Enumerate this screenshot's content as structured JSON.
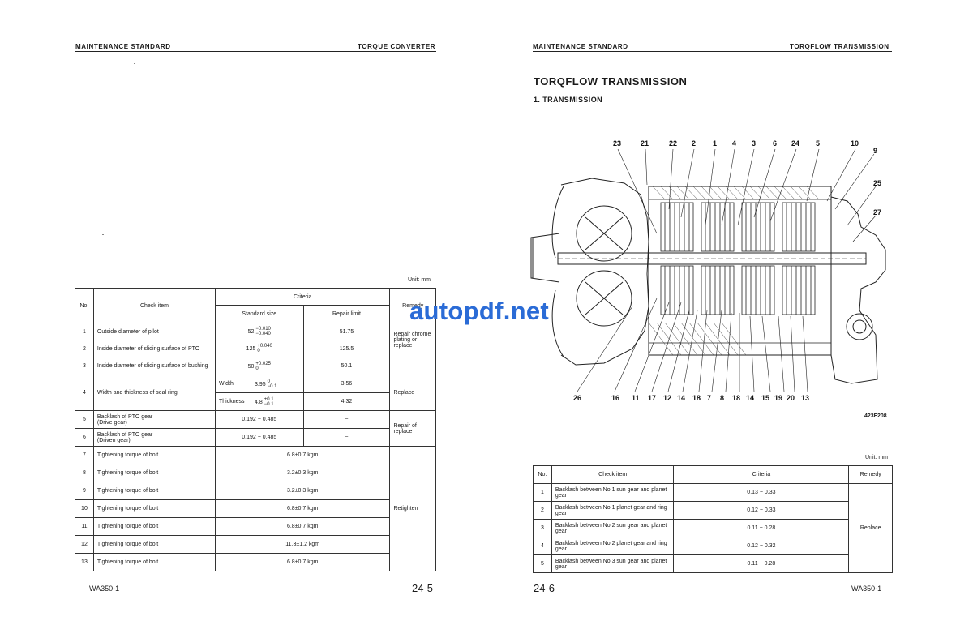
{
  "left_page": {
    "header_left": "MAINTENANCE STANDARD",
    "header_right": "TORQUE CONVERTER",
    "unit": "Unit: mm",
    "table_headers": {
      "no": "No.",
      "check_item": "Check item",
      "criteria": "Criteria",
      "remedy": "Remedy",
      "standard_size": "Standard size",
      "repair_limit": "Repair limit"
    },
    "rows": [
      {
        "no": "1",
        "item": "Outside diameter of pilot",
        "std_base": "52",
        "std_upper": "−0.010",
        "std_lower": "−0.040",
        "limit": "51.75"
      },
      {
        "no": "2",
        "item": "Inside diameter of sliding surface of PTO",
        "std_base": "125",
        "std_upper": "+0.040",
        "std_lower": "0",
        "limit": "125.5"
      },
      {
        "no": "3",
        "item": "Inside diameter of sliding surface of bushing",
        "std_base": "50",
        "std_upper": "+0.025",
        "std_lower": "0",
        "limit": "50.1"
      },
      {
        "no": "4",
        "item": "Width and thickness of seal ring",
        "sub": [
          {
            "label": "Width",
            "std_base": "3.95",
            "std_upper": "0",
            "std_lower": "−0.1",
            "limit": "3.56"
          },
          {
            "label": "Thickness",
            "std_base": "4.8",
            "std_upper": "+0.1",
            "std_lower": "−0.1",
            "limit": "4.32"
          }
        ]
      },
      {
        "no": "5",
        "item": "Backlash of PTO gear",
        "item_sub": "(Drive gear)",
        "std": "0.192 − 0.485",
        "limit": "−"
      },
      {
        "no": "6",
        "item": "Backlash of PTO gear",
        "item_sub": "(Driven gear)",
        "std": "0.192 − 0.485",
        "limit": "−"
      },
      {
        "no": "7",
        "item": "Tightening torque of bolt",
        "value": "6.8±0.7 kgm"
      },
      {
        "no": "8",
        "item": "Tightening torque of bolt",
        "value": "3.2±0.3 kgm"
      },
      {
        "no": "9",
        "item": "Tightening torque of bolt",
        "value": "3.2±0.3 kgm"
      },
      {
        "no": "10",
        "item": "Tightening torque of bolt",
        "value": "6.8±0.7 kgm"
      },
      {
        "no": "11",
        "item": "Tightening torque of bolt",
        "value": "6.8±0.7 kgm"
      },
      {
        "no": "12",
        "item": "Tightening torque of bolt",
        "value": "11.3±1.2 kgm"
      },
      {
        "no": "13",
        "item": "Tightening torque of bolt",
        "value": "6.8±0.7 kgm"
      }
    ],
    "remedies": {
      "r1_3": "Repair chrome plating or replace",
      "r4": "Replace",
      "r5_6": "Repair of replace",
      "r7_13": "Retighten"
    },
    "footer_model": "WA350-1",
    "footer_page": "24-5"
  },
  "right_page": {
    "header_left": "MAINTENANCE STANDARD",
    "header_right": "TORQFLOW TRANSMISSION",
    "title": "TORQFLOW TRANSMISSION",
    "subtitle": "1.  TRANSMISSION",
    "callouts_top": [
      "23",
      "21",
      "22",
      "2",
      "1",
      "4",
      "3",
      "6",
      "24",
      "5",
      "10"
    ],
    "callouts_right": [
      "9",
      "25",
      "27"
    ],
    "callouts_bottom": [
      "26",
      "16",
      "11",
      "17",
      "12",
      "14",
      "18",
      "7",
      "8",
      "18",
      "14",
      "15",
      "19",
      "20",
      "13"
    ],
    "figure_ref": "423F208",
    "unit": "Unit: mm",
    "table_headers": {
      "no": "No.",
      "check_item": "Check item",
      "criteria": "Criteria",
      "remedy": "Remedy"
    },
    "rows": [
      {
        "no": "1",
        "item": "Backlash between No.1 sun gear and planet gear",
        "criteria": "0.13 − 0.33"
      },
      {
        "no": "2",
        "item": "Backlash between No.1 planet gear and ring gear",
        "criteria": "0.12 − 0.33"
      },
      {
        "no": "3",
        "item": "Backlash between No.2 sun gear and planet gear",
        "criteria": "0.11 − 0.28"
      },
      {
        "no": "4",
        "item": "Backlash between No.2 planet gear and ring gear",
        "criteria": "0.12 − 0.32"
      },
      {
        "no": "5",
        "item": "Backlash between No.3 sun gear and planet gear",
        "criteria": "0.11 − 0.28"
      }
    ],
    "remedy": "Replace",
    "footer_page": "24-6",
    "footer_model": "WA350-1"
  },
  "watermark": "autopdf.net"
}
